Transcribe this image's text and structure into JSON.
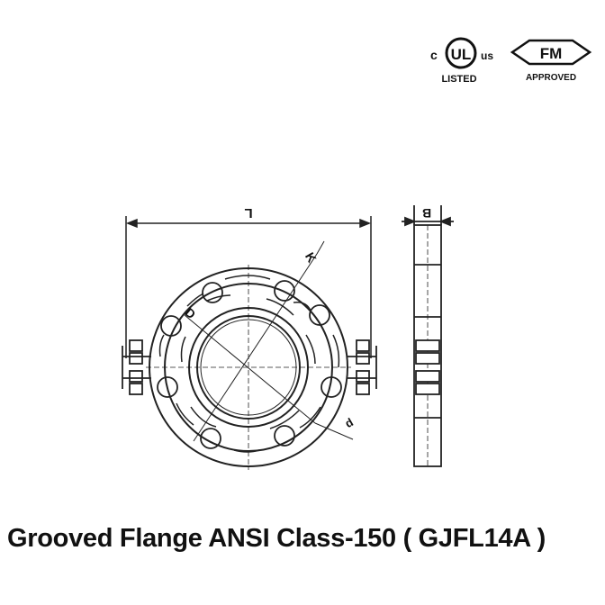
{
  "certifications": {
    "ul": {
      "c": "c",
      "mark": "UL",
      "us": "us",
      "status": "LISTED"
    },
    "fm": {
      "mark": "FM",
      "status": "APPROVED"
    }
  },
  "drawing": {
    "dimension_L": "L",
    "dimension_B": "B",
    "dimension_D": "D",
    "dimension_K": "K",
    "dimension_d": "d"
  },
  "caption": "Grooved Flange ANSI Class-150 ( GJFL14A )",
  "colors": {
    "line": "#222222",
    "text": "#111111"
  }
}
